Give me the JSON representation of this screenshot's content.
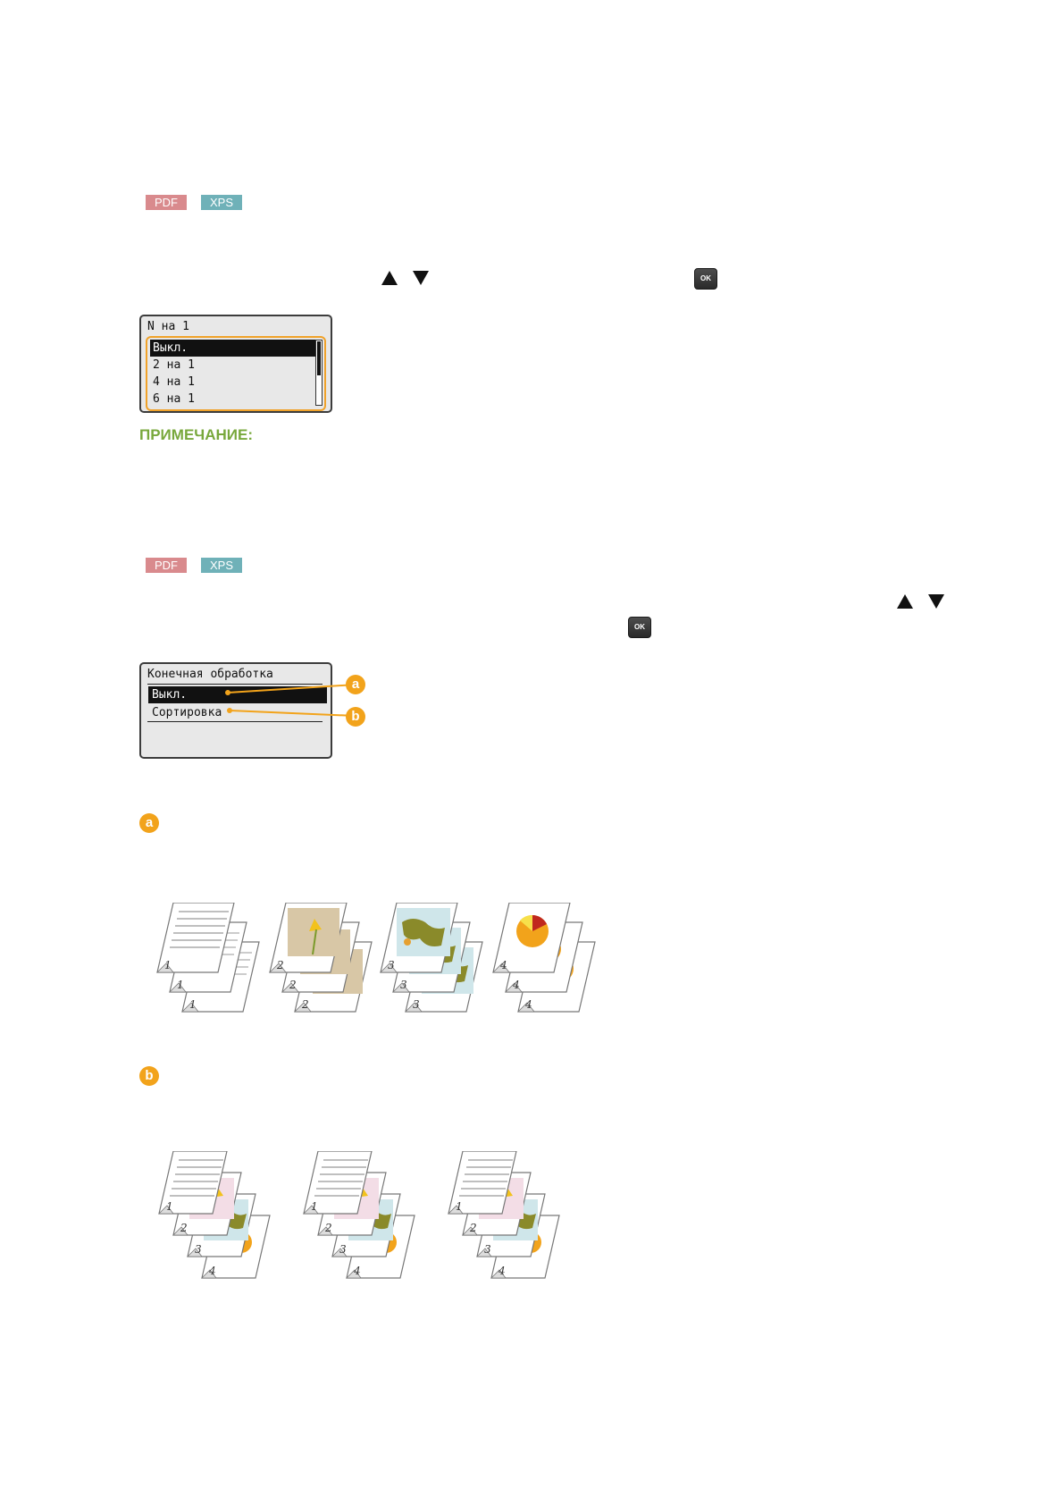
{
  "section1": {
    "badges": [
      "PDF",
      "XPS"
    ],
    "ok_label": "OK",
    "lcd": {
      "title": "N на 1",
      "items": [
        "Выкл.",
        "2 на 1",
        "4 на 1",
        "6 на 1"
      ],
      "selected_index": 0
    }
  },
  "note": {
    "heading": "ПРИМЕЧАНИЕ:"
  },
  "section2": {
    "badges": [
      "PDF",
      "XPS"
    ],
    "ok_label": "OK",
    "lcd": {
      "title": "Конечная обработка",
      "items": [
        "Выкл.",
        "Сортировка"
      ],
      "selected_index": 0
    },
    "callouts": [
      "a",
      "b"
    ]
  },
  "option_a": {
    "marker": "a",
    "stacks": [
      {
        "page": "1",
        "content": "text"
      },
      {
        "page": "2",
        "content": "flower"
      },
      {
        "page": "3",
        "content": "map"
      },
      {
        "page": "4",
        "content": "pie"
      }
    ]
  },
  "option_b": {
    "marker": "b",
    "sets": [
      {
        "pages": [
          "1",
          "2",
          "3",
          "4"
        ]
      },
      {
        "pages": [
          "1",
          "2",
          "3",
          "4"
        ]
      },
      {
        "pages": [
          "1",
          "2",
          "3",
          "4"
        ]
      }
    ]
  },
  "colors": {
    "accent_orange": "#f2a31b",
    "note_green": "#78a83c",
    "pdf_badge": "#d98a8d",
    "xps_badge": "#6fb1b8"
  },
  "icons": [
    "arrow-up-icon",
    "arrow-down-icon",
    "ok-key-icon",
    "page-stack-icon"
  ]
}
